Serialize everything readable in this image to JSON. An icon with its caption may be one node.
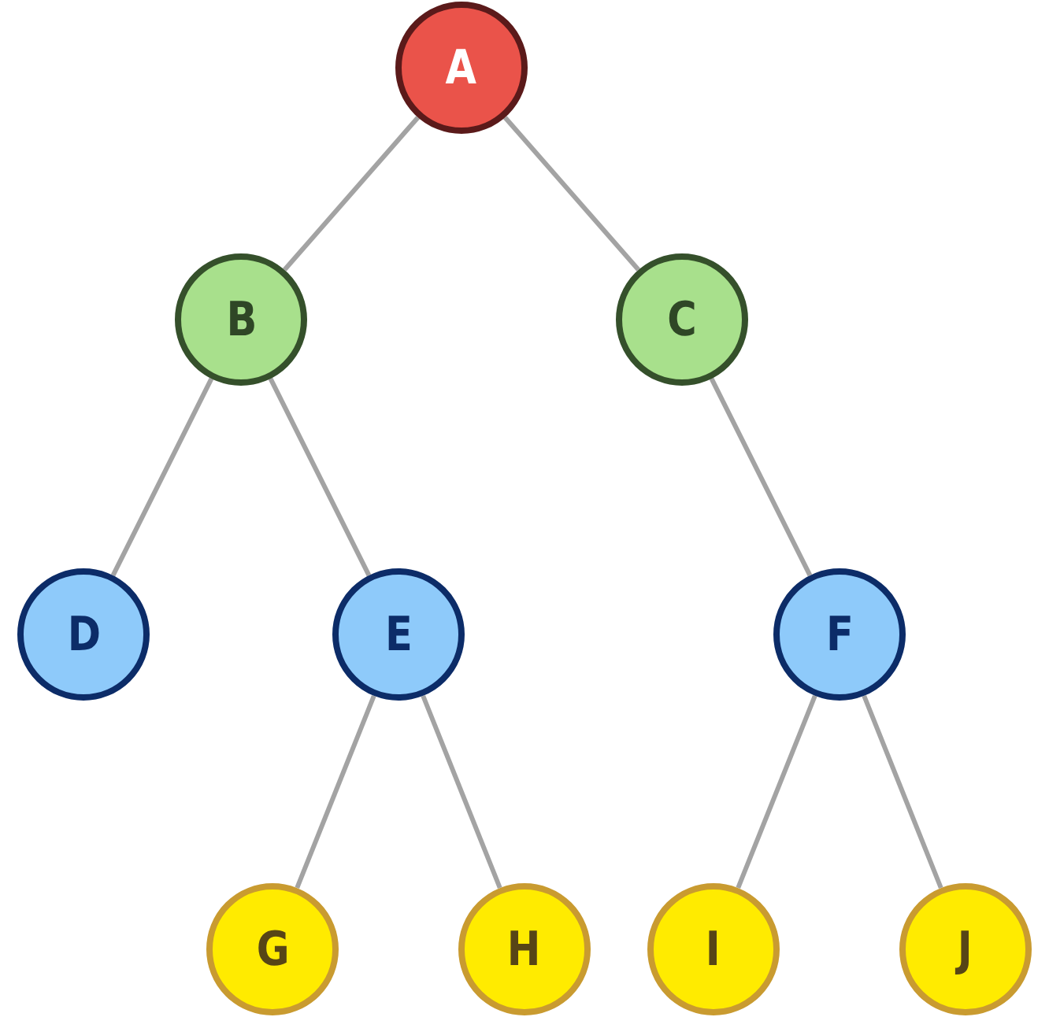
{
  "diagram": {
    "nodes": [
      {
        "text": [
          "A"
        ]
      },
      {
        "text": [
          "B"
        ]
      },
      {
        "text": [
          "C"
        ]
      },
      {
        "text": [
          "D"
        ]
      },
      {
        "text": [
          "E"
        ]
      },
      {
        "text": [
          "F"
        ]
      },
      {
        "text": [
          "G"
        ]
      },
      {
        "text": [
          "H"
        ]
      },
      {
        "text": [
          "I"
        ]
      },
      {
        "text": [
          "J"
        ]
      }
    ],
    "edges": [
      {
        "from": 0,
        "to": 1,
        "arrow": "none"
      },
      {
        "from": 0,
        "to": 2,
        "arrow": "none"
      },
      {
        "from": 1,
        "to": 3,
        "arrow": "none"
      },
      {
        "from": 1,
        "to": 4,
        "arrow": "none"
      },
      {
        "from": 2,
        "to": 5,
        "arrow": "none"
      },
      {
        "from": 4,
        "to": 6,
        "arrow": "none"
      },
      {
        "from": 4,
        "to": 7,
        "arrow": "none"
      },
      {
        "from": 5,
        "to": 8,
        "arrow": "none"
      },
      {
        "from": 5,
        "to": 9,
        "arrow": "none"
      }
    ]
  }
}
